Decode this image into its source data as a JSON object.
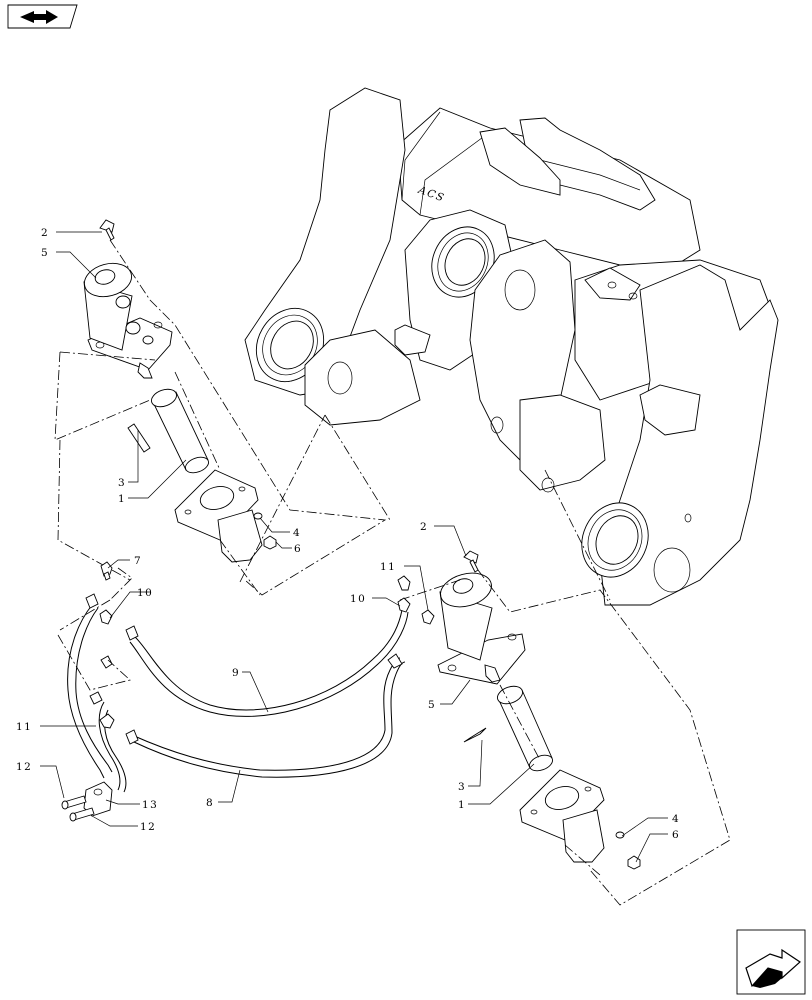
{
  "navigation": {
    "prev_icon": "previous-page-arrow-icon",
    "next_icon": "next-page-arrow-icon"
  },
  "diagram": {
    "frame_label": "ACS",
    "callouts": {
      "c2a": "2",
      "c5a": "5",
      "c3a": "3",
      "c1a": "1",
      "c4a": "4",
      "c6a": "6",
      "c7": "7",
      "c10a": "10",
      "c11a": "11",
      "c12a": "12",
      "c12b": "12",
      "c13": "13",
      "c9": "9",
      "c8": "8",
      "c2b": "2",
      "c11b": "11",
      "c10b": "10",
      "c5b": "5",
      "c3b": "3",
      "c1b": "1",
      "c4b": "4",
      "c6b": "6"
    }
  }
}
